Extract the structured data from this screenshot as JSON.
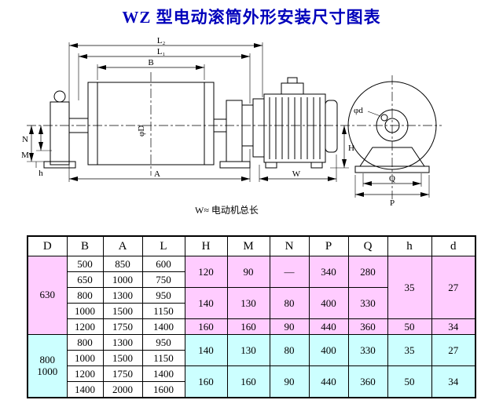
{
  "title": "WZ 型电动滚筒外形安装尺寸图表",
  "drawing": {
    "note": "W≈ 电动机总长",
    "labels": {
      "l2": "L₂",
      "l1": "L₁",
      "b": "B",
      "phiD": "φD",
      "a": "A",
      "w": "W",
      "h_cap": "H",
      "m": "M",
      "n": "N",
      "h_small": "h",
      "phid": "φd",
      "q": "Q",
      "p": "P"
    }
  },
  "table": {
    "headers": [
      "D",
      "B",
      "A",
      "L",
      "H",
      "M",
      "N",
      "P",
      "Q",
      "h",
      "d"
    ],
    "colors": {
      "group1_bg": "#ffccff",
      "group2_bg": "#ccffff"
    },
    "group1": {
      "d": "630",
      "rows": [
        [
          "500",
          "850",
          "600"
        ],
        [
          "650",
          "1000",
          "750"
        ],
        [
          "800",
          "1300",
          "950"
        ],
        [
          "1000",
          "1500",
          "1150"
        ],
        [
          "1200",
          "1750",
          "1400"
        ]
      ],
      "hmnpq_r12": [
        "120",
        "90",
        "—",
        "340",
        "280"
      ],
      "hmnpq_r34": [
        "140",
        "130",
        "80",
        "400",
        "330"
      ],
      "hmnpq_r5": [
        "160",
        "160",
        "90",
        "440",
        "360"
      ],
      "hd_r14": [
        "35",
        "27"
      ],
      "hd_r5": [
        "50",
        "34"
      ]
    },
    "group2": {
      "d": "800\n1000",
      "rows": [
        [
          "800",
          "1300",
          "950"
        ],
        [
          "1000",
          "1500",
          "1150"
        ],
        [
          "1200",
          "1750",
          "1400"
        ],
        [
          "1400",
          "2000",
          "1600"
        ]
      ],
      "hmnpq_r67": [
        "140",
        "130",
        "80",
        "400",
        "330"
      ],
      "hmnpq_r89": [
        "160",
        "160",
        "90",
        "440",
        "360"
      ],
      "hd_r67": [
        "35",
        "27"
      ],
      "hd_r89": [
        "50",
        "34"
      ]
    }
  }
}
